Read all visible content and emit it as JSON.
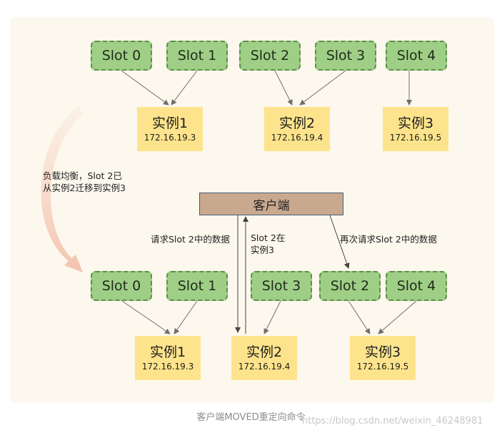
{
  "diagram": {
    "top_row": {
      "slots": [
        "Slot 0",
        "Slot 1",
        "Slot 2",
        "Slot 3",
        "Slot 4"
      ],
      "instances": [
        {
          "name": "实例1",
          "ip": "172.16.19.3"
        },
        {
          "name": "实例2",
          "ip": "172.16.19.4"
        },
        {
          "name": "实例3",
          "ip": "172.16.19.5"
        }
      ]
    },
    "bottom_row": {
      "slots": [
        "Slot 0",
        "Slot 1",
        "Slot 3",
        "Slot 2",
        "Slot 4"
      ],
      "instances": [
        {
          "name": "实例1",
          "ip": "172.16.19.3"
        },
        {
          "name": "实例2",
          "ip": "172.16.19.4"
        },
        {
          "name": "实例3",
          "ip": "172.16.19.5"
        }
      ]
    },
    "client_label": "客户端",
    "migration_note": [
      "负载均衡，Slot 2已",
      "从实例2迁移到实例3"
    ],
    "request_label": "请求Slot 2中的数据",
    "moved_reply": [
      "Slot 2在",
      "实例3"
    ],
    "re_request_label": "再次请求Slot 2中的数据",
    "caption": "客户端MOVED重定向命令",
    "watermark": "https://blog.csdn.net/weixin_46248981"
  },
  "colors": {
    "panel": "#fcf8ee",
    "slot_fill": "#9fcf86",
    "slot_border": "#5e8e4a",
    "instance_fill": "#fde48c",
    "client_fill": "#c9a98e",
    "client_border": "#4a5a78",
    "arrow": "#6e6e6e",
    "migration_arrow": "#f6c9b8"
  }
}
